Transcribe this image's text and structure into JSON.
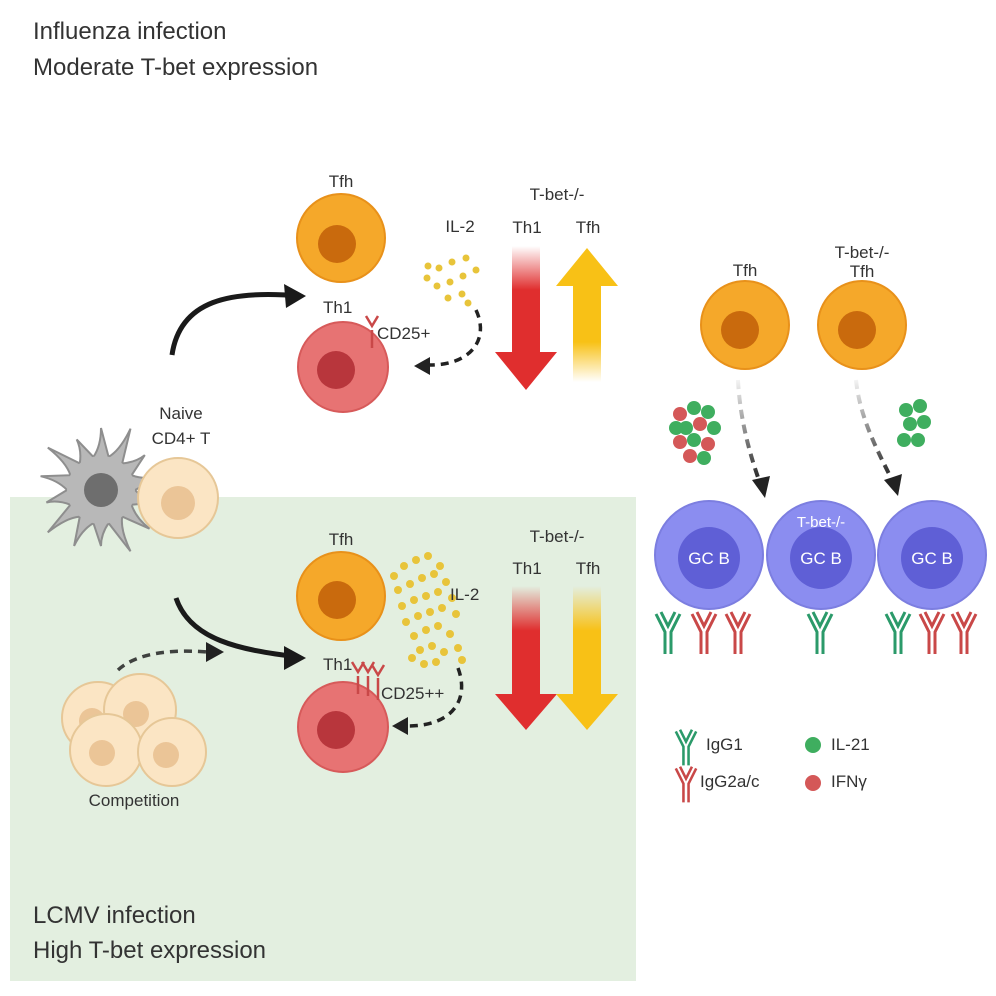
{
  "top_context": {
    "line1": "Influenza infection",
    "line2": "Moderate T-bet expression"
  },
  "bottom_context": {
    "line1": "LCMV infection",
    "line2": "High T-bet expression"
  },
  "naive": {
    "line1": "Naive",
    "line2": "CD4+ T"
  },
  "competition": "Competition",
  "top_panel": {
    "tfh": "Tfh",
    "th1": "Th1",
    "il2": "IL-2",
    "cd25": "CD25+",
    "ko": "T-bet-/-",
    "th1_arrow": "Th1",
    "tfh_arrow": "Tfh"
  },
  "bottom_panel": {
    "tfh": "Tfh",
    "th1": "Th1",
    "il2": "IL-2",
    "cd25": "CD25++",
    "ko": "T-bet-/-",
    "th1_arrow": "Th1",
    "tfh_arrow": "Tfh"
  },
  "right_panel": {
    "tfh_wt": "Tfh",
    "tfh_ko_line1": "T-bet-/-",
    "tfh_ko_line2": "Tfh",
    "gcb": [
      "GC B",
      "GC B",
      "GC B"
    ],
    "gcb_ko": "T-bet-/-"
  },
  "legend": {
    "igg1": "IgG1",
    "igg2": "IgG2a/c",
    "il21": "IL-21",
    "ifng": "IFNγ"
  },
  "colors": {
    "lcmv_bg": "#e3efe0",
    "tfh": "#f5a82a",
    "th1": "#e77373",
    "gcb": "#8b8df0",
    "th1_arrow": "#e02e2e",
    "tfh_arrow": "#f8c116",
    "il21": "#3fae5f",
    "ifng": "#d45858",
    "igg1": "#2b9a6a",
    "igg2": "#c94848",
    "il2": "#e8c43a"
  }
}
